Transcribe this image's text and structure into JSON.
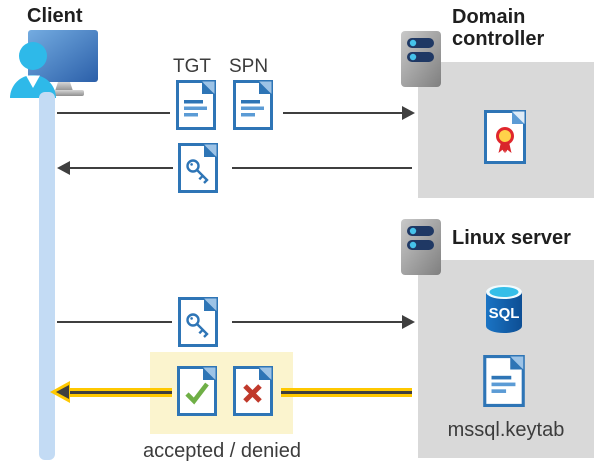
{
  "client": {
    "label": "Client"
  },
  "domain_controller": {
    "label": "Domain controller"
  },
  "linux_server": {
    "label": "Linux server",
    "sql_label": "SQL"
  },
  "tickets": {
    "tgt": "TGT",
    "spn": "SPN"
  },
  "keytab": {
    "label": "mssql.keytab"
  },
  "result": {
    "label": "accepted / denied"
  },
  "icons": {
    "client": "client-workstation-icon",
    "servers": "server-icon",
    "certificate": "certificate-document-icon",
    "sql_database": "sql-database-icon",
    "tickets": "document-icon",
    "session_key": "key-document-icon",
    "accepted": "check-document-icon",
    "denied": "x-document-icon"
  },
  "colors": {
    "doc_border_blue": "#2e75b6",
    "doc_fold_light": "#9dc3e6",
    "doc_line_blue": "#5b9bd5",
    "arrow_gray": "#3f3f3f",
    "highlight_yellow": "#ffc800",
    "highlight_bg": "#fbf4ce",
    "panel_gray": "#d9d9d9",
    "client_bar_blue": "#c3dbf4",
    "person_cyan": "#2eb9e9",
    "check_green": "#6faf46",
    "cross_red": "#c0392b",
    "server_pill_navy": "#1f3864",
    "sql_body_blue": "#1464b4"
  }
}
